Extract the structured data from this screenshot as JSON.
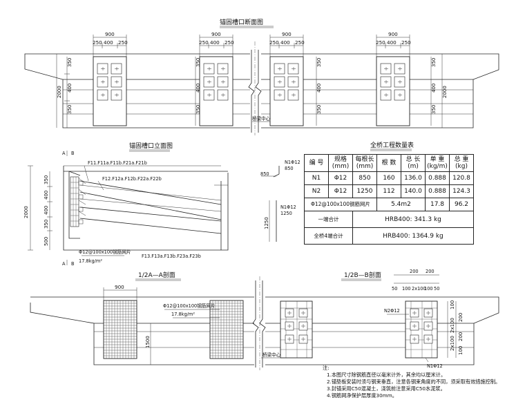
{
  "titles": {
    "section": "锚固槽口断面图",
    "elevation": "锚固槽口立面图",
    "quantity": "全桥工程数量表",
    "section_a": "1/2A—A剖面",
    "section_b": "1/2B—B剖面"
  },
  "section_view": {
    "width_dim": "900",
    "sub_dims": [
      "250",
      "400",
      "250"
    ],
    "left_dims": [
      "350",
      "400",
      "350"
    ],
    "height_dim": "2000",
    "centerline_label": "桥梁中心线"
  },
  "elevation_view": {
    "section_marks": [
      "A",
      "B",
      "A",
      "B"
    ],
    "left_dims": [
      "350",
      "400",
      "400",
      "350",
      "500"
    ],
    "height_dim": "2000",
    "tendon_labels": [
      "F11.F11a.F11b.F21a.F21b",
      "F12.F12a.F12b.F22a.F22b",
      "F13.F13a.F13b.F23a.F23b"
    ],
    "mesh_label": "Φ12@100x100钢筋网片",
    "mesh_weight": "17.8kg/m²"
  },
  "rebar_detail": {
    "n1_top": "N1Φ12",
    "n1_top_len": "850",
    "n1_dim": "850",
    "n1_mid": "N1Φ12",
    "n1_mid_len": "1250",
    "n1_dim2": "1250"
  },
  "quantity_table": {
    "headers": [
      "编 号",
      "规格\n(mm)",
      "每根长\n(mm)",
      "根 数",
      "总 长\n(m)",
      "单 重\n(kg/m)",
      "总 重\n(kg)"
    ],
    "rows": [
      [
        "N1",
        "Φ12",
        "850",
        "160",
        "136.0",
        "0.888",
        "120.8"
      ],
      [
        "N2",
        "Φ12",
        "1250",
        "112",
        "140.0",
        "0.888",
        "124.3"
      ]
    ],
    "mesh_row": [
      "Φ12@100x100钢筋网片",
      "5.4m2",
      "17.8",
      "96.2"
    ],
    "sum1_label": "一端合计",
    "sum1_value": "HRB400: 341.3 kg",
    "sum2_label": "全桥4端合计",
    "sum2_value": "HRB400: 1364.9 kg"
  },
  "lower_sections": {
    "dim_900": "900",
    "dim_1500": "1500",
    "mesh_label": "Φ12@100x100钢筋网片",
    "mesh_weight": "17.8kg/m²",
    "centerline_label": "桥梁中心线",
    "b_top_dims": [
      "50",
      "100",
      "2x100",
      "100",
      "50"
    ],
    "b_top_dims2": [
      "200",
      "200"
    ],
    "b_right_dims": [
      "100",
      "200",
      "100",
      "200",
      "100"
    ],
    "b_right_dims2": [
      "2x100",
      "2x100"
    ],
    "n2_label": "N2Φ12",
    "n1_label": "N1Φ12"
  },
  "notes": {
    "title": "注:",
    "items": [
      "1.本图尺寸除钢筋直径以毫米计外，其余均以厘米计。",
      "2.锚垫板安装时须与钢束垂直，注意各钢束角度的不同，须采取有效措施控制。",
      "3.封锚采用C50混凝土，浇筑前注意采用C50水泥浆。",
      "4.钢筋网净保护层厚度30mm。"
    ]
  }
}
